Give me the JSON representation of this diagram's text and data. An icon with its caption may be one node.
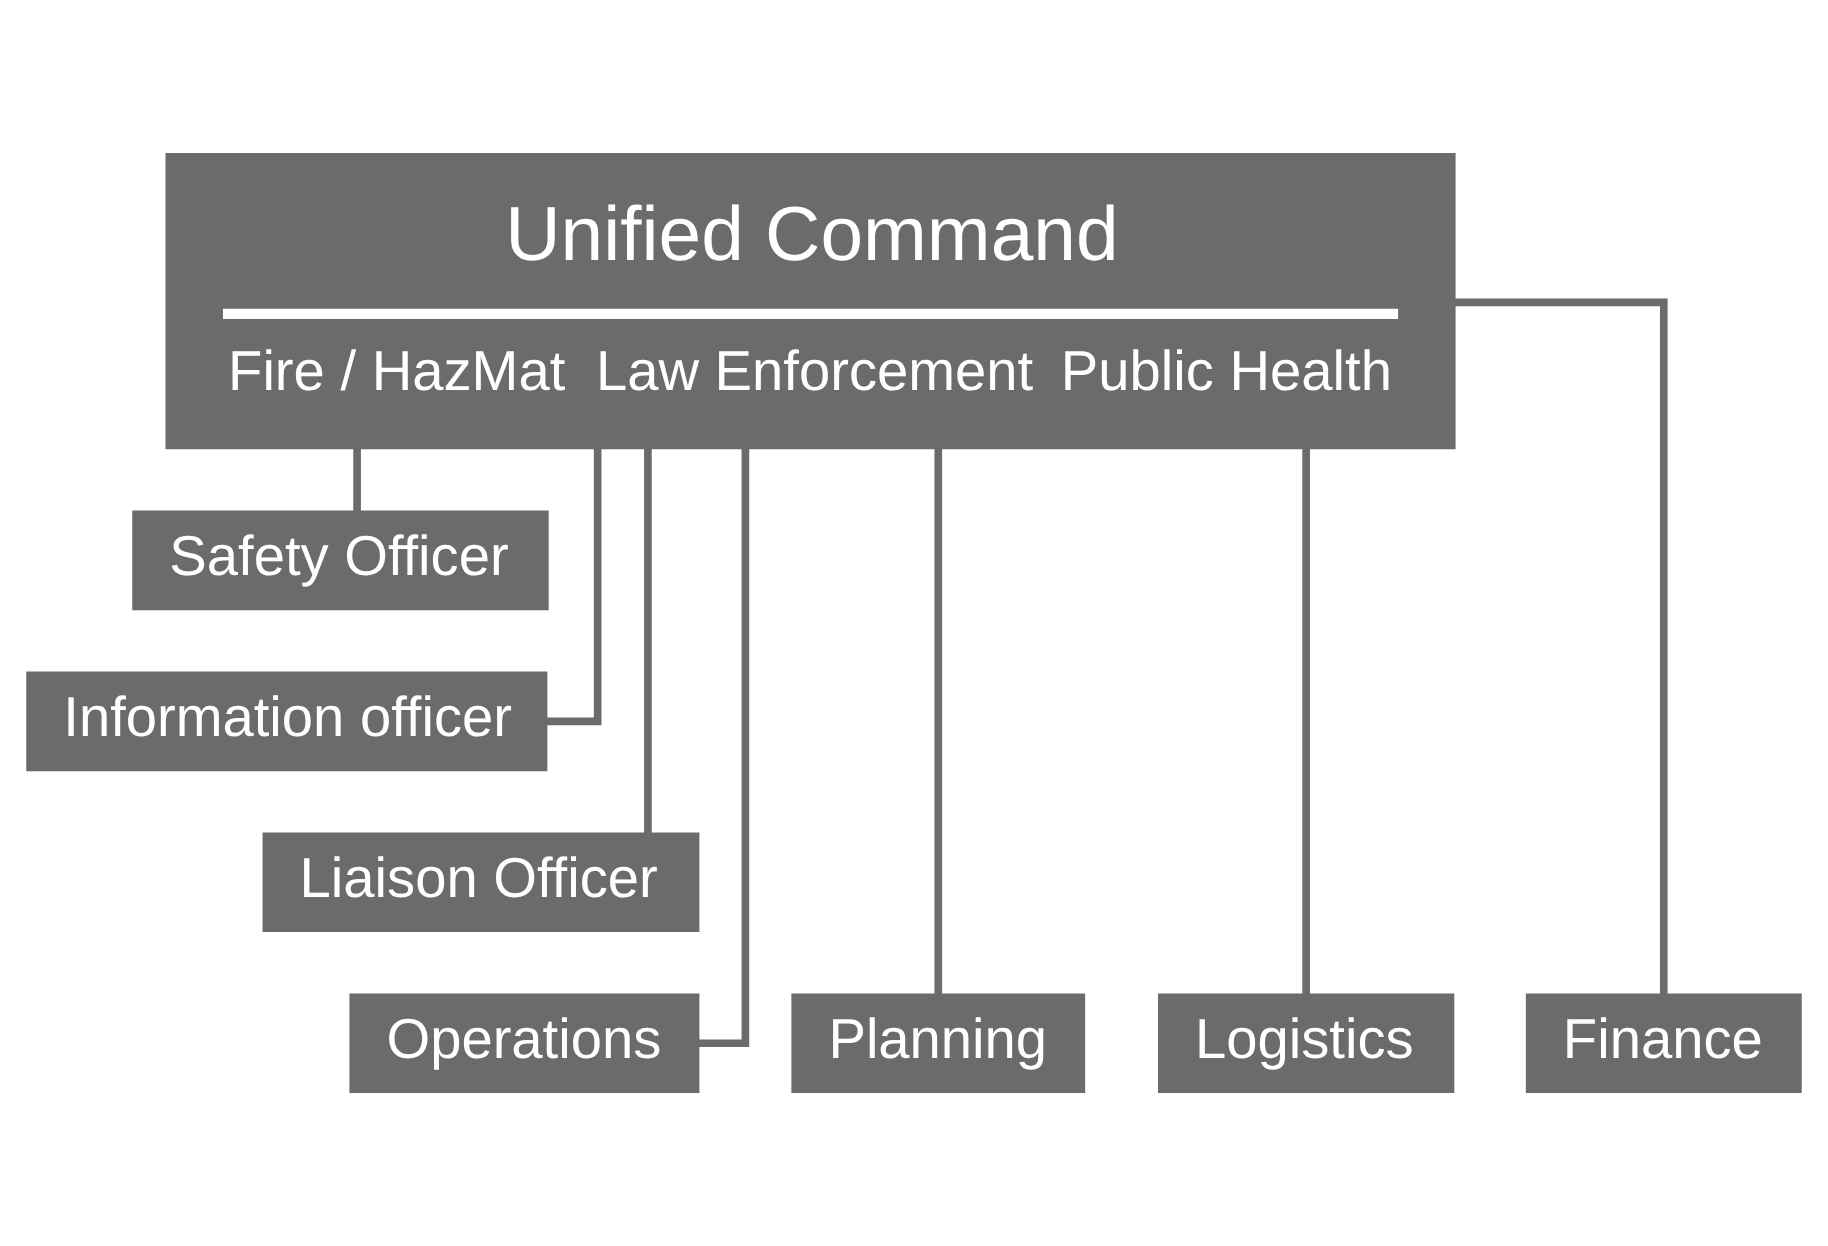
{
  "diagram": {
    "nodes": [
      {
        "text": [
          "Unified Command",
          "Fire / HazMat",
          "Law Enforcement",
          "Public Health"
        ]
      },
      {
        "text": [
          "Safety Officer"
        ]
      },
      {
        "text": [
          "Information officer"
        ]
      },
      {
        "text": [
          "Liaison Officer"
        ]
      },
      {
        "text": [
          "Planning"
        ]
      },
      {
        "text": [
          "Operations"
        ]
      },
      {
        "text": [
          "Logistics"
        ]
      },
      {
        "text": [
          "Finance"
        ]
      }
    ],
    "edges": [
      {
        "from": 0,
        "to": 1,
        "arrow": "none"
      },
      {
        "from": 0,
        "to": 2,
        "arrow": "none"
      },
      {
        "from": 0,
        "to": 3,
        "arrow": "none"
      },
      {
        "from": 0,
        "to": 4,
        "arrow": "none"
      },
      {
        "from": 0,
        "to": 5,
        "arrow": "none"
      },
      {
        "from": 0,
        "to": 6,
        "arrow": "none"
      },
      {
        "from": 0,
        "to": 7,
        "arrow": "none"
      }
    ]
  }
}
